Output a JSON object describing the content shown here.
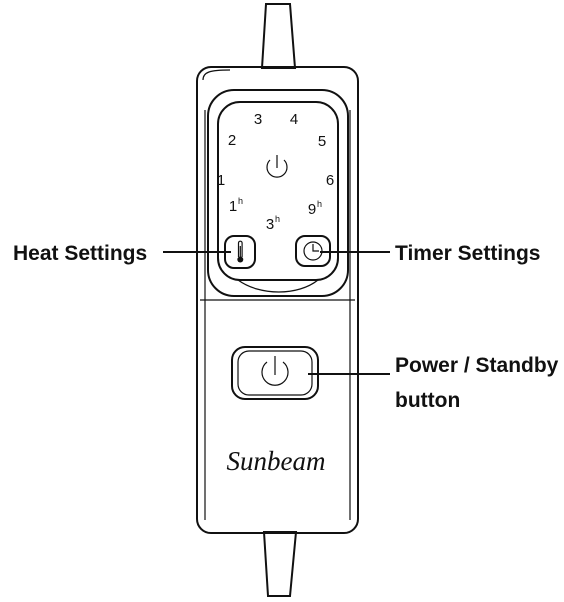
{
  "callouts": {
    "heat": "Heat Settings",
    "timer": "Timer Settings",
    "power_line1": "Power / Standby",
    "power_line2": "button"
  },
  "dial": {
    "numbers": [
      "1",
      "2",
      "3",
      "4",
      "5",
      "6"
    ],
    "timer_marks": [
      {
        "value": "1",
        "unit": "h"
      },
      {
        "value": "3",
        "unit": "h"
      },
      {
        "value": "9",
        "unit": "h"
      }
    ]
  },
  "brand": "Sunbeam",
  "icons": {
    "heat_button": "thermometer-icon",
    "timer_button": "clock-icon",
    "dial_center": "power-icon",
    "power_button": "power-icon"
  },
  "colors": {
    "line": "#111111",
    "background": "#ffffff"
  }
}
